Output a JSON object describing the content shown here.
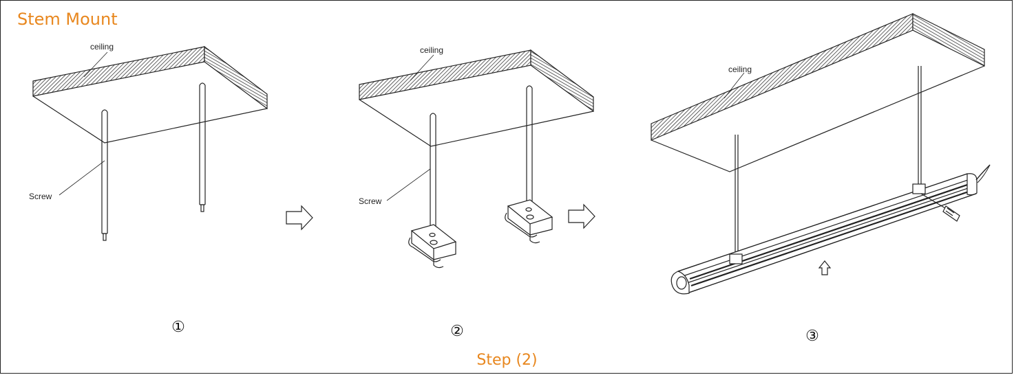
{
  "title": "Stem Mount",
  "caption": "Step (2)",
  "labels": {
    "ceiling": "ceiling",
    "screw": "Screw"
  },
  "steps": [
    "①",
    "②",
    "③"
  ],
  "colors": {
    "accent": "#e8871e",
    "line": "#222222"
  },
  "icons": [
    "right-arrow-icon",
    "up-arrow-icon"
  ]
}
